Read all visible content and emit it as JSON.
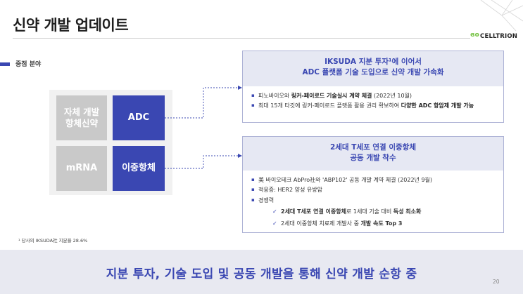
{
  "title": "신약 개발 업데이트",
  "logo": {
    "mark": "ɞo",
    "name": "CELLTRION"
  },
  "focus_label": "중점 분야",
  "matrix": {
    "top_left": "자체 개발\n항체신약",
    "top_right": "ADC",
    "bottom_left": "mRNA",
    "bottom_right": "이중항체"
  },
  "box1": {
    "title_line1": "IKSUDA 지분 투자¹에 이어서",
    "title_line2": "ADC 플랫폼 기술 도입으로 신약 개발 가속화",
    "bullets": [
      {
        "pre": "피노바이오와 ",
        "bold": "링커-페이로드 기술실시 계약 체결",
        "post": " (2022년 10월)"
      },
      {
        "pre": "최대 15개 타깃에 링커-페이로드 플랫폼 활용 권리 확보하여 ",
        "bold": "다양한 ADC 항암제 개발 가능",
        "post": ""
      }
    ]
  },
  "box2": {
    "title_line1": "2세대 T세포 연결 이중항체",
    "title_line2": "공동 개발 착수",
    "bullets": [
      {
        "text": "美 바이오테크 AbPro社와 'ABP102' 공동 개발 계약 체결 (2022년 9월)"
      },
      {
        "text": "적응증: HER2 양성 유방암"
      },
      {
        "text": "경쟁력"
      }
    ],
    "sub_items": [
      {
        "bold1": "2세대 T세포 연결 이중항체",
        "mid": "로 1세대 기술 대비 ",
        "bold2": "독성 최소화"
      },
      {
        "bold1": "",
        "mid": "2세대 이중항체 치료제 개발사 중 ",
        "bold2": "개발 속도 Top 3"
      }
    ]
  },
  "footnote": "¹ 당사의 IKSUDA社 지분율 28.6%",
  "banner": "지분 투자, 기술 도입 및 공동 개발을 통해 신약 개발 순항 중",
  "page_number": "20",
  "colors": {
    "accent": "#3a47b2",
    "gray_cell": "#c9c9c9",
    "header_bg": "#e6e8f3",
    "banner_bg": "#e8e9f1"
  }
}
